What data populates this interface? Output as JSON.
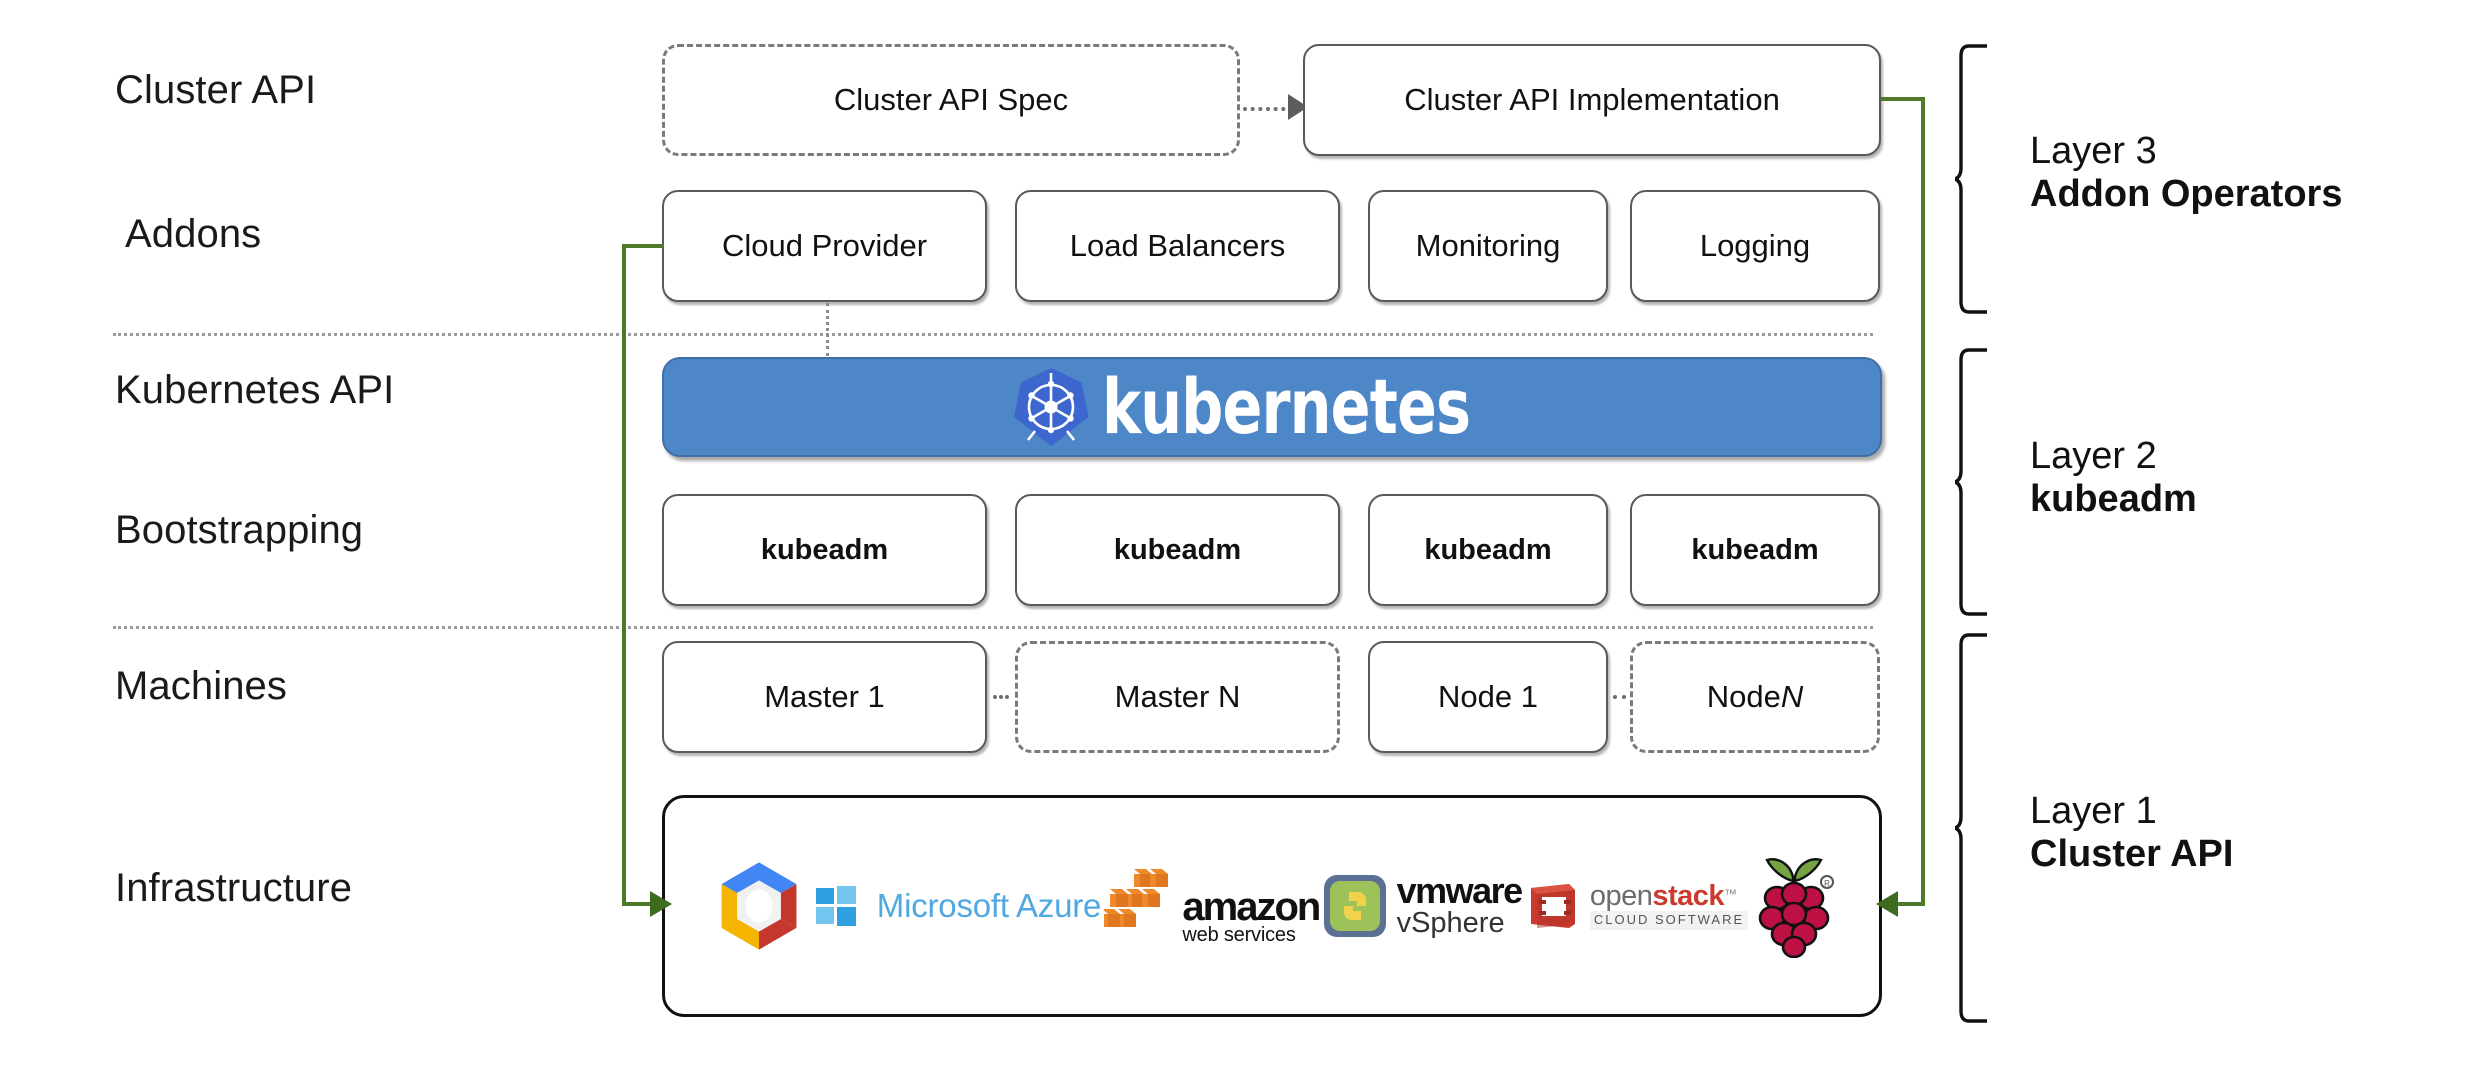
{
  "left_labels": [
    {
      "text": "Cluster API"
    },
    {
      "text": "Addons"
    },
    {
      "text": "Kubernetes API"
    },
    {
      "text": "Bootstrapping"
    },
    {
      "text": "Machines"
    },
    {
      "text": "Infrastructure"
    }
  ],
  "cluster_api_row": {
    "spec_box": "Cluster API Spec",
    "impl_box": "Cluster API Implementation"
  },
  "addons_row": {
    "boxes": [
      "Cloud Provider",
      "Load Balancers",
      "Monitoring",
      "Logging"
    ]
  },
  "kubernetes_banner": {
    "wordmark": "kubernetes",
    "icon": "kubernetes-helm-icon",
    "background_color": "#4e87c7",
    "text_color": "#ffffff"
  },
  "bootstrapping_row": {
    "boxes": [
      "kubeadm",
      "kubeadm",
      "kubeadm",
      "kubeadm"
    ]
  },
  "machines_row": {
    "boxes": [
      {
        "label": "Master 1",
        "style": "solid"
      },
      {
        "label": "Master N",
        "style": "dashed"
      },
      {
        "label": "Node 1",
        "style": "solid"
      },
      {
        "label": "Node ",
        "italic_suffix": "N",
        "style": "dashed"
      }
    ]
  },
  "infrastructure_row": {
    "providers": [
      {
        "name": "google-cloud-platform-logo",
        "label": ""
      },
      {
        "name": "microsoft-azure-logo",
        "label": "Microsoft Azure"
      },
      {
        "name": "amazon-web-services-logo",
        "label_top": "amazon",
        "label_bottom": "web services"
      },
      {
        "name": "vmware-vsphere-logo",
        "label_top": "vmware",
        "label_bottom": "vSphere"
      },
      {
        "name": "openstack-logo",
        "label_top_a": "open",
        "label_top_b": "stack",
        "label_tm": "™",
        "label_bottom": "CLOUD SOFTWARE"
      },
      {
        "name": "raspberry-pi-logo",
        "label": ""
      }
    ]
  },
  "layers": [
    {
      "number": "Layer 3",
      "name": "Addon Operators"
    },
    {
      "number": "Layer 2",
      "name": "kubeadm"
    },
    {
      "number": "Layer 1",
      "name": "Cluster API"
    }
  ],
  "colors": {
    "kubernetes_blue": "#4e87c7",
    "green_arrow": "#4f7a2a",
    "box_border": "#5a5a5a",
    "dashed_border": "#7a7a7a",
    "separator": "#9a9a9a"
  }
}
